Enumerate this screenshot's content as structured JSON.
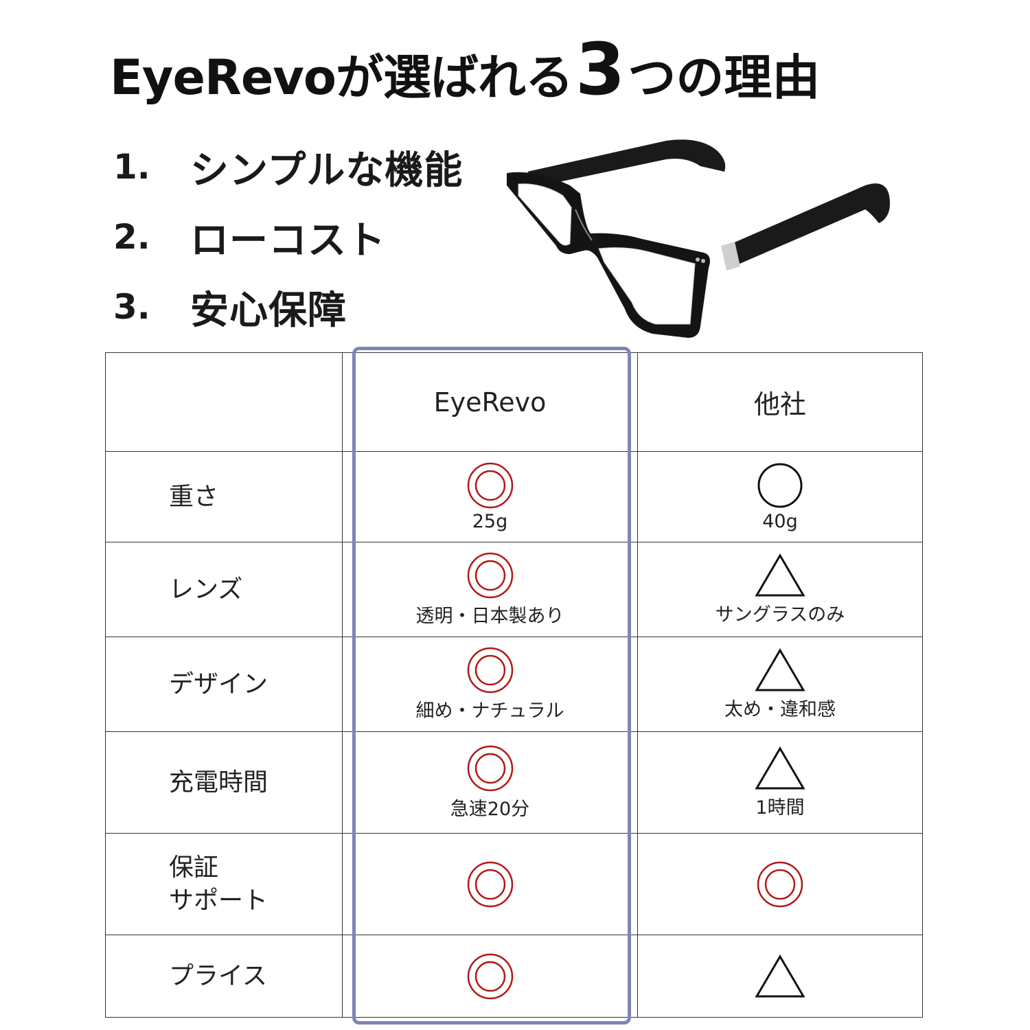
{
  "headline": {
    "part1": "EyeRevoが選ばれる",
    "number": "3",
    "part2": "つの理由"
  },
  "reasons": [
    {
      "num": "1.",
      "text": "シンプルな機能"
    },
    {
      "num": "2.",
      "text": "ローコスト"
    },
    {
      "num": "3.",
      "text": "安心保障"
    }
  ],
  "table": {
    "headers": {
      "col1": "",
      "col2": "EyeRevo",
      "col3": "他社"
    },
    "rows": [
      {
        "label": "重さ",
        "eyerevo": {
          "mark": "double-circle",
          "note": "25g"
        },
        "other": {
          "mark": "circle",
          "note": "40g"
        }
      },
      {
        "label": "レンズ",
        "eyerevo": {
          "mark": "double-circle",
          "note": "透明・日本製あり"
        },
        "other": {
          "mark": "triangle",
          "note": "サングラスのみ"
        }
      },
      {
        "label": "デザイン",
        "eyerevo": {
          "mark": "double-circle",
          "note": "細め・ナチュラル"
        },
        "other": {
          "mark": "triangle",
          "note": "太め・違和感"
        }
      },
      {
        "label": "充電時間",
        "eyerevo": {
          "mark": "double-circle",
          "note": "急速20分"
        },
        "other": {
          "mark": "triangle",
          "note": "1時間"
        }
      },
      {
        "label_line1": "保証",
        "label_line2": "サポート",
        "eyerevo": {
          "mark": "double-circle",
          "note": ""
        },
        "other": {
          "mark": "double-circle",
          "note": ""
        }
      },
      {
        "label": "プライス",
        "eyerevo": {
          "mark": "double-circle",
          "note": ""
        },
        "other": {
          "mark": "triangle",
          "note": ""
        }
      }
    ]
  },
  "colors": {
    "mark_red": "#b01818",
    "mark_black": "#111111",
    "highlight": "#7f84b8"
  }
}
